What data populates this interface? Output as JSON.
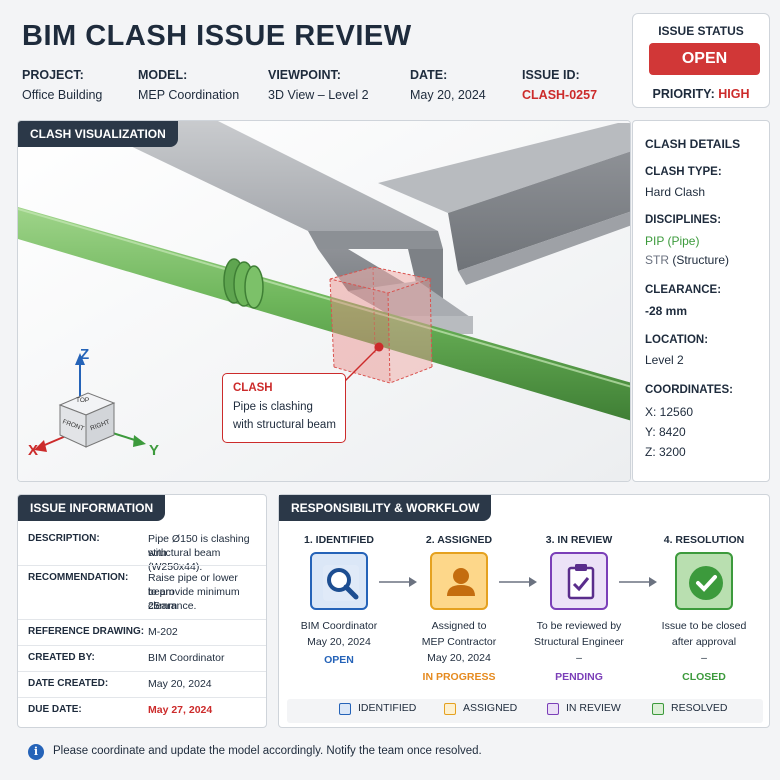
{
  "header": {
    "title": "BIM CLASH ISSUE REVIEW",
    "project_label": "PROJECT:",
    "project": "Office Building",
    "model_label": "MODEL:",
    "model": "MEP Coordination",
    "viewpoint_label": "VIEWPOINT:",
    "viewpoint": "3D View – Level 2",
    "date_label": "DATE:",
    "date": "May 20, 2024",
    "issue_id_label": "ISSUE ID:",
    "issue_id": "CLASH-0257"
  },
  "status": {
    "heading": "ISSUE STATUS",
    "value": "OPEN",
    "priority_label": "PRIORITY:",
    "priority": "HIGH"
  },
  "viz": {
    "tab": "CLASH VISUALIZATION",
    "callout_title": "CLASH",
    "callout_line1": "Pipe is clashing",
    "callout_line2": "with structural beam",
    "axis_z": "Z",
    "axis_x": "X",
    "axis_y": "Y",
    "cube_top": "TOP",
    "cube_front": "FRONT",
    "cube_right": "RIGHT"
  },
  "details": {
    "heading": "CLASH DETAILS",
    "type_label": "CLASH TYPE:",
    "type": "Hard Clash",
    "disciplines_label": "DISCIPLINES:",
    "disc1": "PIP (Pipe)",
    "disc2_code": "STR",
    "disc2_name": " (Structure)",
    "clearance_label": "CLEARANCE:",
    "clearance": "-28 mm",
    "location_label": "LOCATION:",
    "location": "Level 2",
    "coords_label": "COORDINATES:",
    "x": "X: 12560",
    "y": "Y: 8420",
    "z": "Z: 3200"
  },
  "issue_info": {
    "tab": "ISSUE INFORMATION",
    "rows": [
      {
        "label": "DESCRIPTION:",
        "value": [
          "Pipe Ø150 is clashing with",
          "structural beam (W250x44)."
        ]
      },
      {
        "label": "RECOMMENDATION:",
        "value": [
          "Raise pipe or lower beam",
          "to provide minimum 25mm",
          "clearance."
        ]
      },
      {
        "label": "REFERENCE DRAWING:",
        "value": [
          "M-202"
        ]
      },
      {
        "label": "CREATED BY:",
        "value": [
          "BIM Coordinator"
        ]
      },
      {
        "label": "DATE CREATED:",
        "value": [
          "May 20, 2024"
        ]
      },
      {
        "label": "DUE DATE:",
        "value": [
          "May 27, 2024"
        ]
      }
    ]
  },
  "workflow": {
    "tab": "RESPONSIBILITY & WORKFLOW",
    "steps": [
      {
        "title": "1. IDENTIFIED",
        "lines": [
          "BIM Coordinator",
          "May 20, 2024"
        ],
        "status": "OPEN",
        "color": "#2563b8",
        "icon": "search-icon"
      },
      {
        "title": "2. ASSIGNED",
        "lines": [
          "Assigned to",
          "MEP Contractor",
          "May 20, 2024"
        ],
        "status": "IN PROGRESS",
        "color": "#e58a1f",
        "icon": "user-icon"
      },
      {
        "title": "3. IN REVIEW",
        "lines": [
          "To be reviewed by",
          "Structural Engineer",
          "–"
        ],
        "status": "PENDING",
        "color": "#7b3fb8",
        "icon": "clipboard-check-icon"
      },
      {
        "title": "4. RESOLUTION",
        "lines": [
          "Issue to be closed",
          "after approval",
          "–"
        ],
        "status": "CLOSED",
        "color": "#3c9a3c",
        "icon": "check-circle-icon"
      }
    ],
    "legend": [
      {
        "label": "IDENTIFIED",
        "color": "#2563b8",
        "fill": "#dbe7f7"
      },
      {
        "label": "ASSIGNED",
        "color": "#e5a11f",
        "fill": "#fdf0d0"
      },
      {
        "label": "IN REVIEW",
        "color": "#7b3fb8",
        "fill": "#ebe0f6"
      },
      {
        "label": "RESOLVED",
        "color": "#3c9a3c",
        "fill": "#dcefd7"
      }
    ]
  },
  "footer": {
    "note": "Please coordinate and update the model accordingly. Notify the team once resolved."
  }
}
